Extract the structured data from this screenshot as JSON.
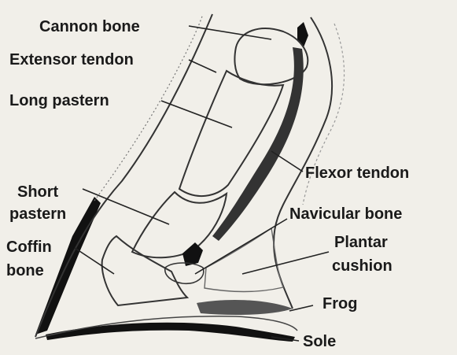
{
  "labels": {
    "cannon_bone": "Cannon bone",
    "extensor_tendon": "Extensor tendon",
    "long_pastern": "Long pastern",
    "short_pastern_1": "Short",
    "short_pastern_2": "pastern",
    "coffin_bone_1": "Coffin",
    "coffin_bone_2": "bone",
    "flexor_tendon": "Flexor tendon",
    "navicular_bone": "Navicular bone",
    "plantar_cushion_1": "Plantar",
    "plantar_cushion_2": "cushion",
    "frog": "Frog",
    "sole": "Sole"
  },
  "colors": {
    "background": "#f1efe9",
    "ink": "#1a1a1a"
  }
}
